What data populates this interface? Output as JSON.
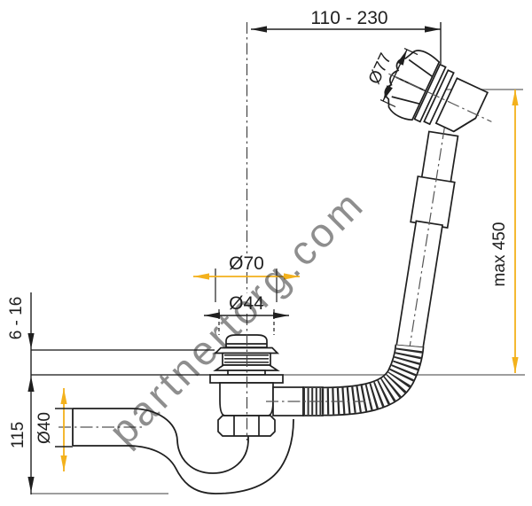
{
  "watermark": {
    "text": "partnertorg.com"
  },
  "dims": {
    "top_offset": "110 - 230",
    "knob_diameter": "Ø77",
    "max_height": "max 450",
    "flange_diameter": "Ø70",
    "stopper_diameter": "Ø44",
    "rim_thickness": "6 - 16",
    "trap_height": "115",
    "outlet_diameter": "Ø40"
  },
  "colors": {
    "accent_yellow": "#f3b11c",
    "line_black": "#1f1f1f",
    "reference_gray": "#7f7f7f",
    "watermark_gray": "#bbbbbb",
    "background": "#ffffff"
  }
}
